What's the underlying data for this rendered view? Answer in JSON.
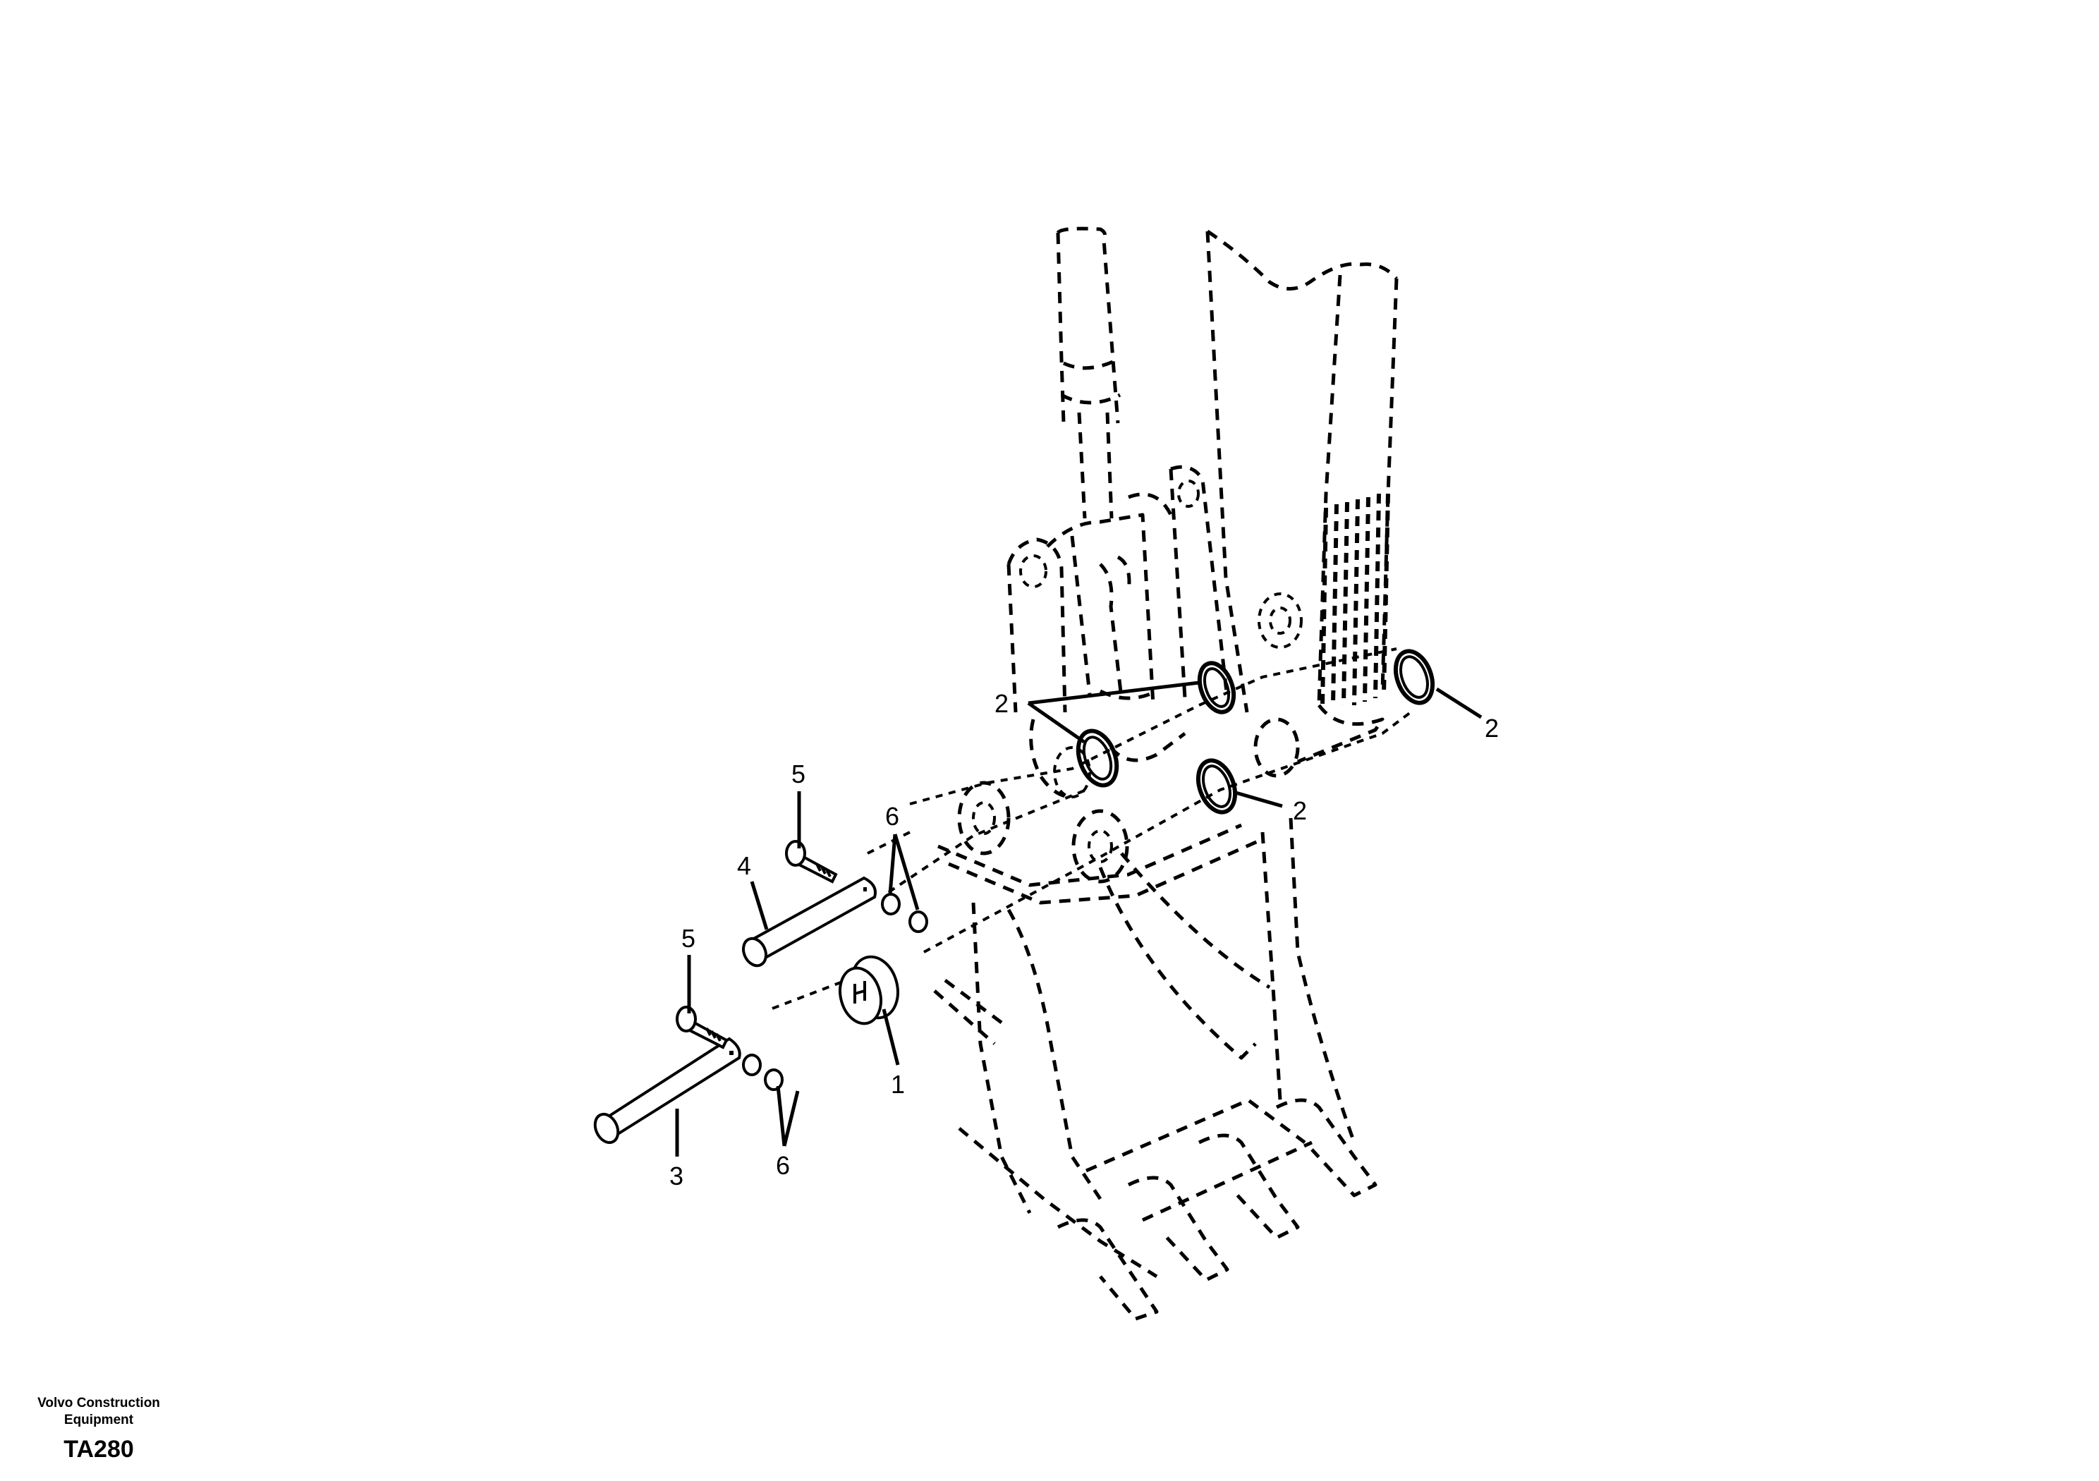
{
  "diagram": {
    "type": "exploded-parts-view",
    "subject": "Excavator bucket linkage pins and seals",
    "callouts": [
      {
        "id": "c1",
        "label": "1",
        "part": "bushing / spacer"
      },
      {
        "id": "c2a",
        "label": "2",
        "part": "seal ring (upper pair)"
      },
      {
        "id": "c2b",
        "label": "2",
        "part": "seal ring (right)"
      },
      {
        "id": "c2c",
        "label": "2",
        "part": "seal ring (center)"
      },
      {
        "id": "c3",
        "label": "3",
        "part": "long pin"
      },
      {
        "id": "c4",
        "label": "4",
        "part": "pin"
      },
      {
        "id": "c5a",
        "label": "5",
        "part": "bolt (upper)"
      },
      {
        "id": "c5b",
        "label": "5",
        "part": "bolt (lower)"
      },
      {
        "id": "c6a",
        "label": "6",
        "part": "nuts (upper)"
      },
      {
        "id": "c6b",
        "label": "6",
        "part": "nuts (lower)"
      }
    ]
  },
  "footer": {
    "manufacturer_line1": "Volvo Construction",
    "manufacturer_line2": "Equipment",
    "drawing_code": "TA280"
  }
}
